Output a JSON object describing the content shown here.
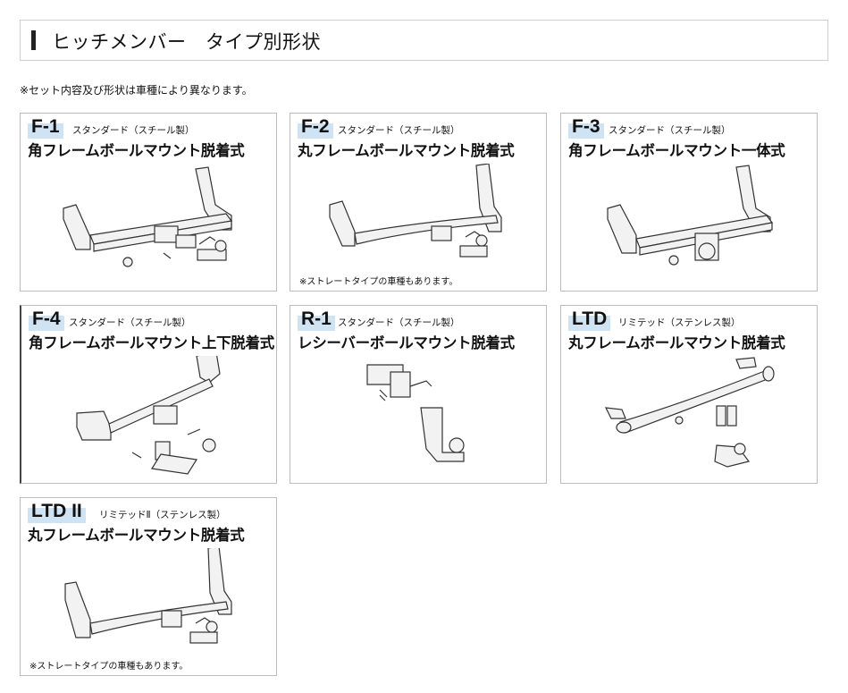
{
  "heading": {
    "title": "ヒッチメンバー　タイプ別形状"
  },
  "note": "※セット内容及び形状は車種により異なります。",
  "cards": [
    {
      "code": "F-1",
      "material": "スタンダード（スチール製）",
      "name": "角フレームボールマウント脱着式",
      "note": ""
    },
    {
      "code": "F-2",
      "material": "スタンダード（スチール製）",
      "name": "丸フレームボールマウント脱着式",
      "note": "※ストレートタイプの車種もあります。"
    },
    {
      "code": "F-3",
      "material": "スタンダード（スチール製）",
      "name": "角フレームボールマウント一体式",
      "note": ""
    },
    {
      "code": "F-4",
      "material": "スタンダード（スチール製）",
      "name": "角フレームボールマウント上下脱着式",
      "note": ""
    },
    {
      "code": "R-1",
      "material": "スタンダード（スチール製）",
      "name": "レシーバーボールマウント脱着式",
      "note": ""
    },
    {
      "code": "LTD",
      "material": "リミテッド（ステンレス製）",
      "name": "丸フレームボールマウント脱着式",
      "note": ""
    },
    {
      "code": "LTD II",
      "material": "リミテッドⅡ（ステンレス製）",
      "name": "丸フレームボールマウント脱着式",
      "note": "※ストレートタイプの車種もあります。"
    }
  ]
}
